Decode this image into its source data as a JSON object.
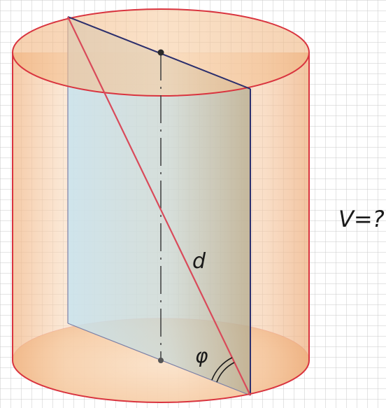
{
  "labels": {
    "diagonal": "d",
    "angle": "φ",
    "question": "V=?"
  },
  "colors": {
    "grid_line": "#c9c9c9",
    "background": "#ffffff",
    "cylinder_edge": "#d9343f",
    "cylinder_fill": "#f6c9a0",
    "section_edge": "#2b2f6e",
    "section_fill": "#bcd6e3",
    "diagonal": "#d94a5a",
    "axis": "#3d3d3d",
    "label_text": "#1a1a1a"
  }
}
